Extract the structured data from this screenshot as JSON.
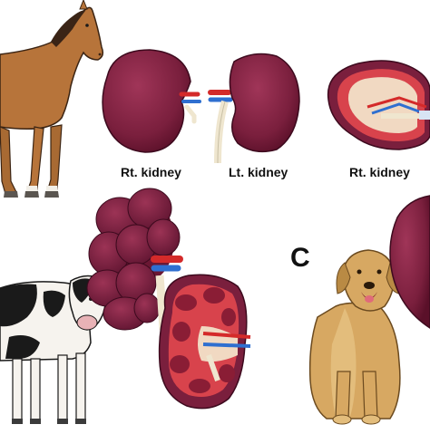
{
  "labels": {
    "horse_right_kidney": "Rt. kidney",
    "horse_left_kidney": "Lt. kidney",
    "horse_right_kidney_section": "Rt. kidney"
  },
  "panels": {
    "dog_panel_letter": "C"
  },
  "colors": {
    "kidney": "#7a1f3d",
    "kidney_highlight": "#a03558",
    "artery": "#d42a2a",
    "vein": "#2f6fd0",
    "ureter": "#efe6cf",
    "horse_coat": "#b7743a",
    "dog_coat": "#d7a862",
    "cow_black": "#1a1a1a"
  },
  "icons": [
    "horse-icon",
    "cow-icon",
    "dog-icon"
  ]
}
